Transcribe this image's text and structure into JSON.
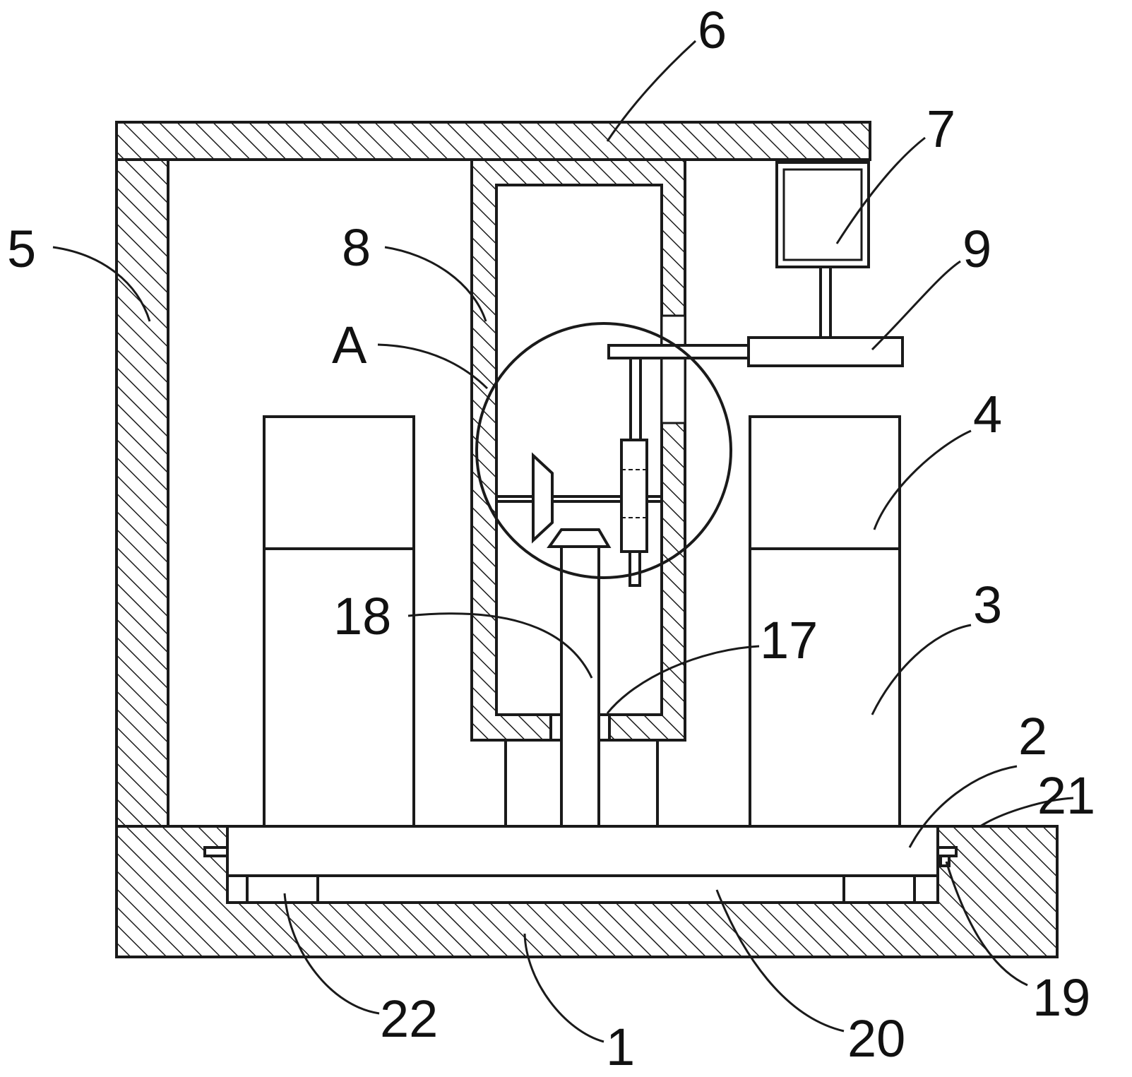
{
  "labels": {
    "l1": "1",
    "l2": "2",
    "l3": "3",
    "l4": "4",
    "l5": "5",
    "l6": "6",
    "l7": "7",
    "l8": "8",
    "l9": "9",
    "l17": "17",
    "l18": "18",
    "l19": "19",
    "l20": "20",
    "l21": "21",
    "l22": "22",
    "lA": "A"
  }
}
